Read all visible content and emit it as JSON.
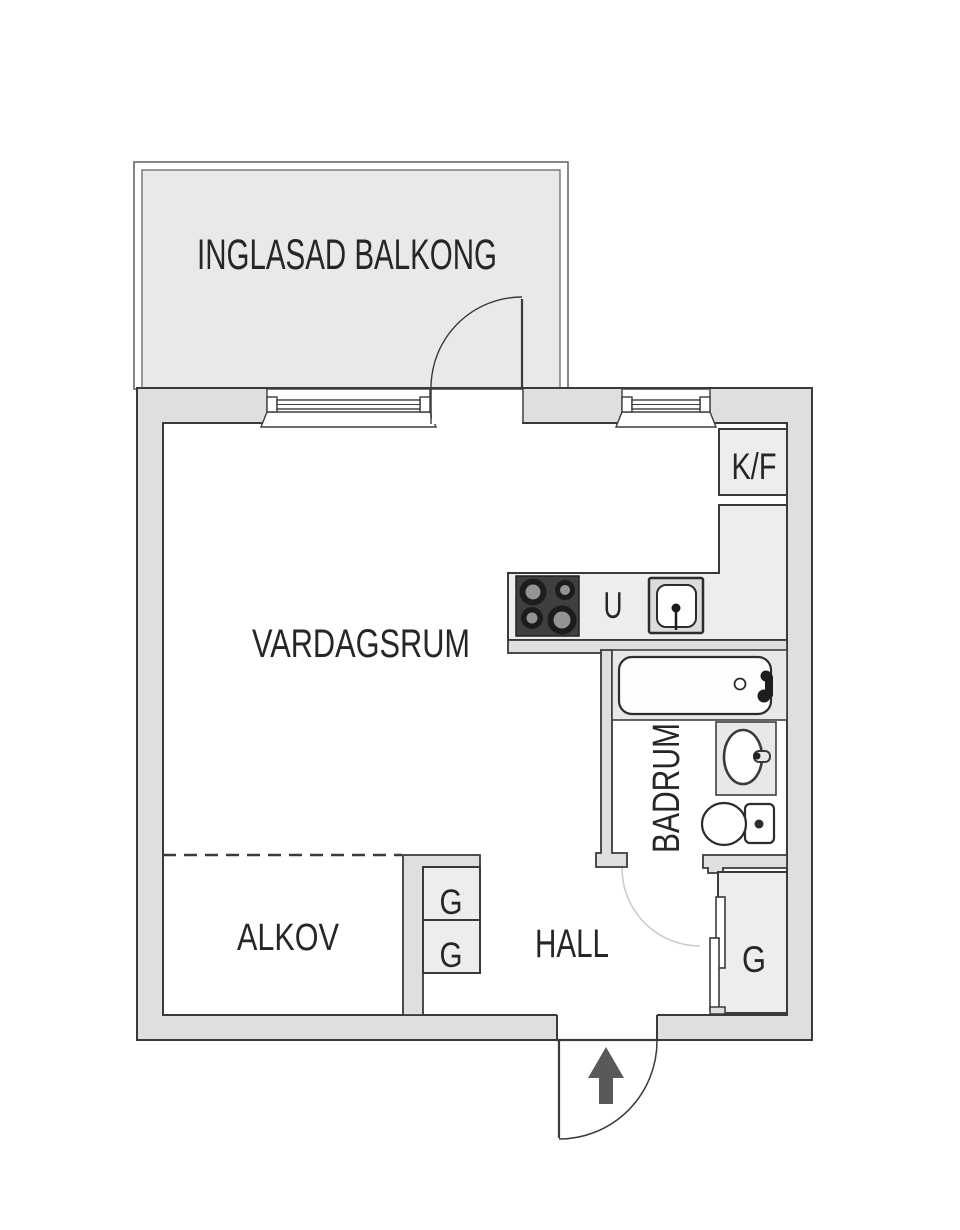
{
  "document": {
    "type": "apartment floor plan"
  },
  "labels": {
    "balcony": "INGLASAD BALKONG",
    "living_room": "VARDAGSRUM",
    "alcove": "ALKOV",
    "hall": "HALL",
    "bathroom": "BADRUM",
    "fridge_freezer": "K/F",
    "oven_unit": "U",
    "wardrobe_alcove_top": "G",
    "wardrobe_alcove_bottom": "G",
    "wardrobe_hall": "G"
  },
  "colors": {
    "background": "#ffffff",
    "wall_fill": "#dfdfdf",
    "wall_outline": "#3a3a3a",
    "room_fill": "#ffffff",
    "balcony_fill": "#e9e9e9",
    "closet_fill": "#ededed",
    "fixture_fill": "#e8e8e8",
    "stove_fill": "#3f3f3f",
    "burner_ring": "#1c1c1c",
    "burner_center": "#949494",
    "arrow_fill": "#59595b",
    "text_color": "#262626"
  }
}
